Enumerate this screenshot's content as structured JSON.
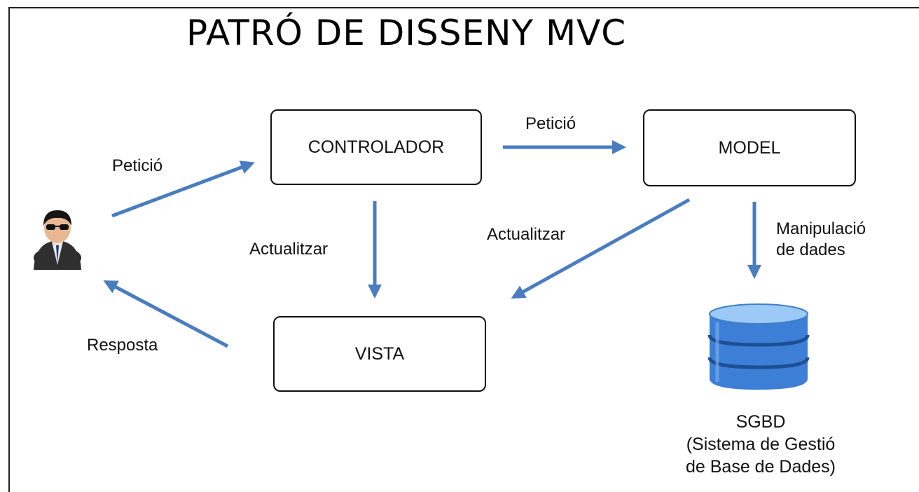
{
  "title": "PATRÓ DE DISSENY MVC",
  "nodes": {
    "controlador": "CONTROLADOR",
    "model": "MODEL",
    "vista": "VISTA"
  },
  "edges": {
    "user_to_controlador": "Petició",
    "controlador_to_model": "Petició",
    "controlador_to_vista": "Actualitzar",
    "model_to_vista": "Actualitzar",
    "model_to_sgbd": [
      "Manipulació",
      "de dades"
    ],
    "vista_to_user": "Resposta"
  },
  "database": {
    "name": "SGBD",
    "description": [
      "(Sistema de Gestió",
      "de Base de Dades)"
    ]
  },
  "colors": {
    "arrow": "#4a7dbf",
    "db_top": "#9cc9f5",
    "db_body": "#3d7fd6"
  },
  "icons": {
    "user": "user-sunglasses-icon",
    "database": "database-icon"
  }
}
